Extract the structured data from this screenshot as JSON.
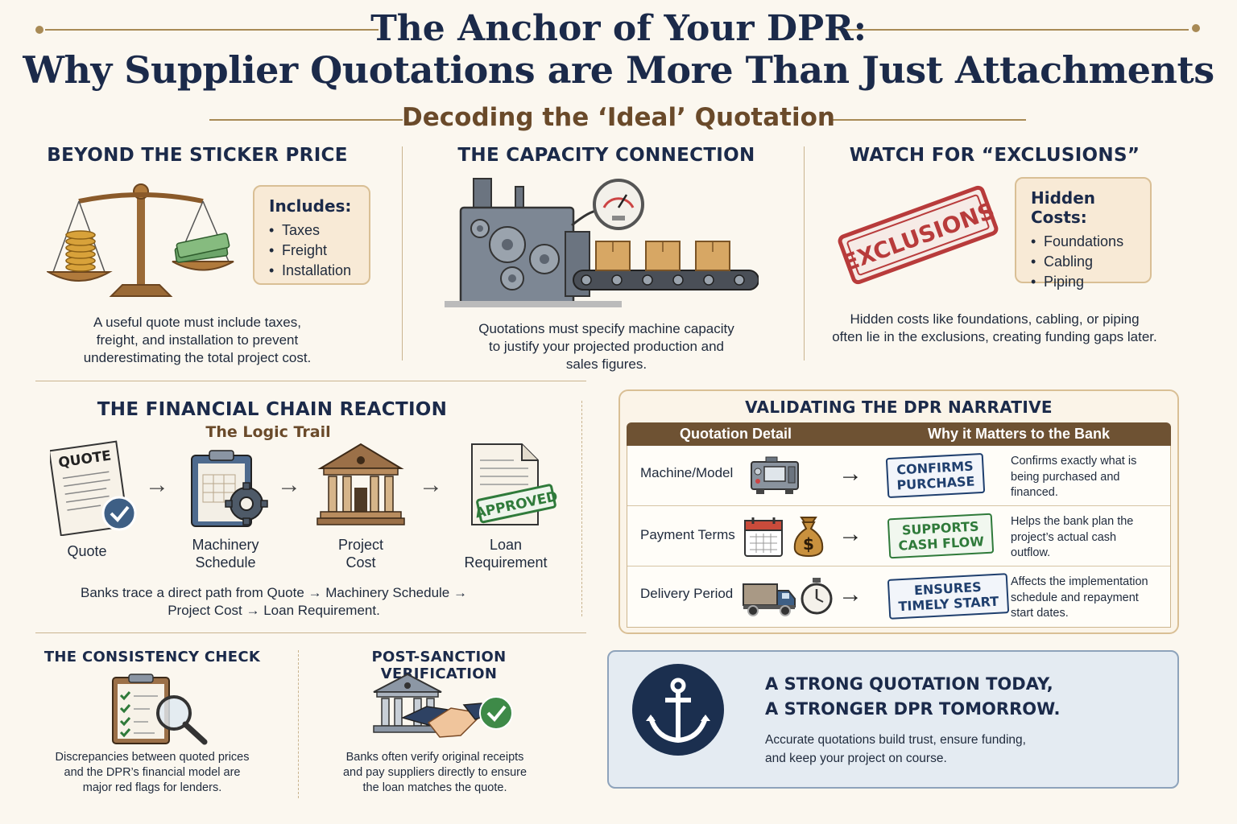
{
  "header": {
    "title_line1": "The Anchor of Your DPR:",
    "title_line2": "Why Supplier Quotations are More Than Just Attachments",
    "subtitle": "Decoding the ‘Ideal’ Quotation"
  },
  "sections": {
    "sticker": {
      "title": "BEYOND THE STICKER PRICE",
      "box_title": "Includes:",
      "box_items": [
        "Taxes",
        "Freight",
        "Installation"
      ],
      "desc_lines": [
        "A useful quote must include taxes,",
        "freight, and installation to prevent",
        "underestimating the total project cost."
      ]
    },
    "capacity": {
      "title": "THE CAPACITY CONNECTION",
      "desc_lines": [
        "Quotations must specify machine capacity",
        "to justify your projected production and",
        "sales figures."
      ]
    },
    "exclusions": {
      "title": "WATCH FOR “EXCLUSIONS”",
      "stamp": "EXCLUSIONS",
      "box_title": "Hidden Costs:",
      "box_items": [
        "Foundations",
        "Cabling",
        "Piping"
      ],
      "desc_lines": [
        "Hidden costs like foundations, cabling, or piping",
        "often lie in the exclusions, creating funding gaps later."
      ]
    },
    "chain": {
      "title": "THE FINANCIAL CHAIN REACTION",
      "subtitle": "The Logic Trail",
      "doc_label": "QUOTE",
      "approved_label": "APPROVED",
      "steps": [
        {
          "line1": "Quote",
          "line2": ""
        },
        {
          "line1": "Machinery",
          "line2": "Schedule"
        },
        {
          "line1": "Project",
          "line2": "Cost"
        },
        {
          "line1": "Loan",
          "line2": "Requirement"
        }
      ],
      "desc_lines": [
        "Banks trace a direct path from Quote → Machinery Schedule →",
        "Project Cost → Loan Requirement."
      ]
    },
    "consistency": {
      "title": "THE CONSISTENCY CHECK",
      "desc_lines": [
        "Discrepancies between quoted prices",
        "and the DPR’s financial model are",
        "major red flags for lenders."
      ]
    },
    "post_sanction": {
      "title": "POST-SANCTION VERIFICATION",
      "desc_lines": [
        "Banks often verify original receipts",
        "and pay suppliers directly to ensure",
        "the loan matches the quote."
      ]
    },
    "validating": {
      "title": "VALIDATING THE DPR NARRATIVE",
      "col1": "Quotation Detail",
      "col2": "Why it Matters to the Bank",
      "rows": [
        {
          "label": "Machine/Model",
          "stamp1": "CONFIRMS",
          "stamp2": "PURCHASE",
          "why_lines": [
            "Confirms exactly what is",
            "being purchased and",
            "financed."
          ]
        },
        {
          "label": "Payment Terms",
          "stamp1": "SUPPORTS",
          "stamp2": "CASH FLOW",
          "why_lines": [
            "Helps the bank plan the",
            "project’s actual cash",
            "outflow."
          ]
        },
        {
          "label": "Delivery Period",
          "stamp1": "ENSURES",
          "stamp2": "TIMELY START",
          "why_lines": [
            "Affects the implementation",
            "schedule and repayment",
            "start dates."
          ]
        }
      ]
    },
    "banner": {
      "line1": "A STRONG QUOTATION TODAY,",
      "line2": "A STRONGER DPR TOMORROW.",
      "desc_lines": [
        "Accurate quotations build trust, ensure funding,",
        "and keep your project on course."
      ]
    }
  },
  "colors": {
    "navy": "#1b2a4a",
    "brown": "#6e5233",
    "gold": "#a88a55",
    "cream": "#fbf7ef",
    "stamp_red": "#b83b3b",
    "stamp_blue": "#1f3f6e",
    "stamp_green": "#2f7a3a"
  },
  "icons": [
    "scale-icon",
    "machine-conveyor-icon",
    "exclusions-stamp-icon",
    "quote-document-icon",
    "machinery-clipboard-icon",
    "bank-icon",
    "approved-document-icon",
    "clipboard-magnifier-icon",
    "bank-handshake-icon",
    "machine-icon",
    "calendar-icon",
    "money-bag-icon",
    "truck-icon",
    "stopwatch-icon",
    "anchor-icon"
  ]
}
